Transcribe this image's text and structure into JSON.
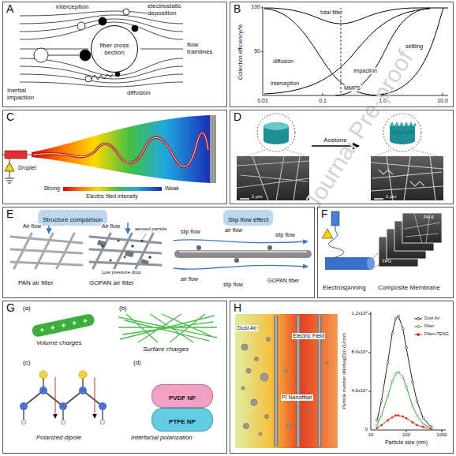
{
  "diagram": {
    "nodes": [
      {
        "text": [
          "A"
        ]
      },
      {
        "text": [
          "fiber cross section"
        ],
        "in": 0
      },
      {
        "text": [
          "B"
        ]
      },
      {
        "text": [
          "C"
        ]
      },
      {
        "text": [
          "D"
        ]
      },
      {
        "text": [
          "E"
        ]
      },
      {
        "text": [
          "Structure comparison"
        ],
        "in": 5
      },
      {
        "text": [
          "Slip flow effect"
        ],
        "in": 5
      },
      {
        "text": [
          "F"
        ]
      },
      {
        "text": [
          "G"
        ]
      },
      {
        "text": [
          "PVDF NF"
        ],
        "in": 9
      },
      {
        "text": [
          "PTFE NP"
        ],
        "in": 9
      },
      {
        "text": [
          "H"
        ]
      }
    ],
    "labels": [
      "interception",
      "electrostatic deposition",
      "flow tramlines",
      "Inertial impaction",
      "diffusion",
      "100",
      "50",
      "Collection efficiency/%",
      "0.01",
      "0.1",
      "1.0",
      "10.0",
      "total filter",
      "settling",
      "diffusion",
      "impaction",
      "interception",
      "MMPS",
      "Droplet",
      "Strong",
      "Electric filed intensity",
      "Weak",
      "Acetone",
      "1 μm",
      "1 μm",
      "PAN air filter",
      "GOPAN air filter",
      "Air flow",
      "Air flow",
      "aerosol particle",
      "Low pressure drop",
      "slip flow",
      "air flow",
      "slip flow",
      "GOPAN fiber",
      "air flow",
      "slip flow",
      "PA-6",
      "TPU",
      "Electrospinning",
      "Composite Membrane",
      "(a)",
      "Volume charges",
      "(b)",
      "Surface charges",
      "(c)",
      "Polarized dipole",
      "(d)",
      "Interfacial polarization",
      "Dust Air",
      "Electric Field",
      "PI Nanofiber",
      "Particle number dN/dlog(Dp) (1/cm³)",
      "1.2x10⁵",
      "8.0x10⁴",
      "4.0x10⁴",
      "0",
      "10",
      "100",
      "1000",
      "Particle size (nm)",
      "Journal Pre-proof"
    ],
    "legend": [
      {
        "text": "Dust Air"
      },
      {
        "text": "Filter"
      },
      {
        "text": "Filter+TENG"
      }
    ]
  }
}
